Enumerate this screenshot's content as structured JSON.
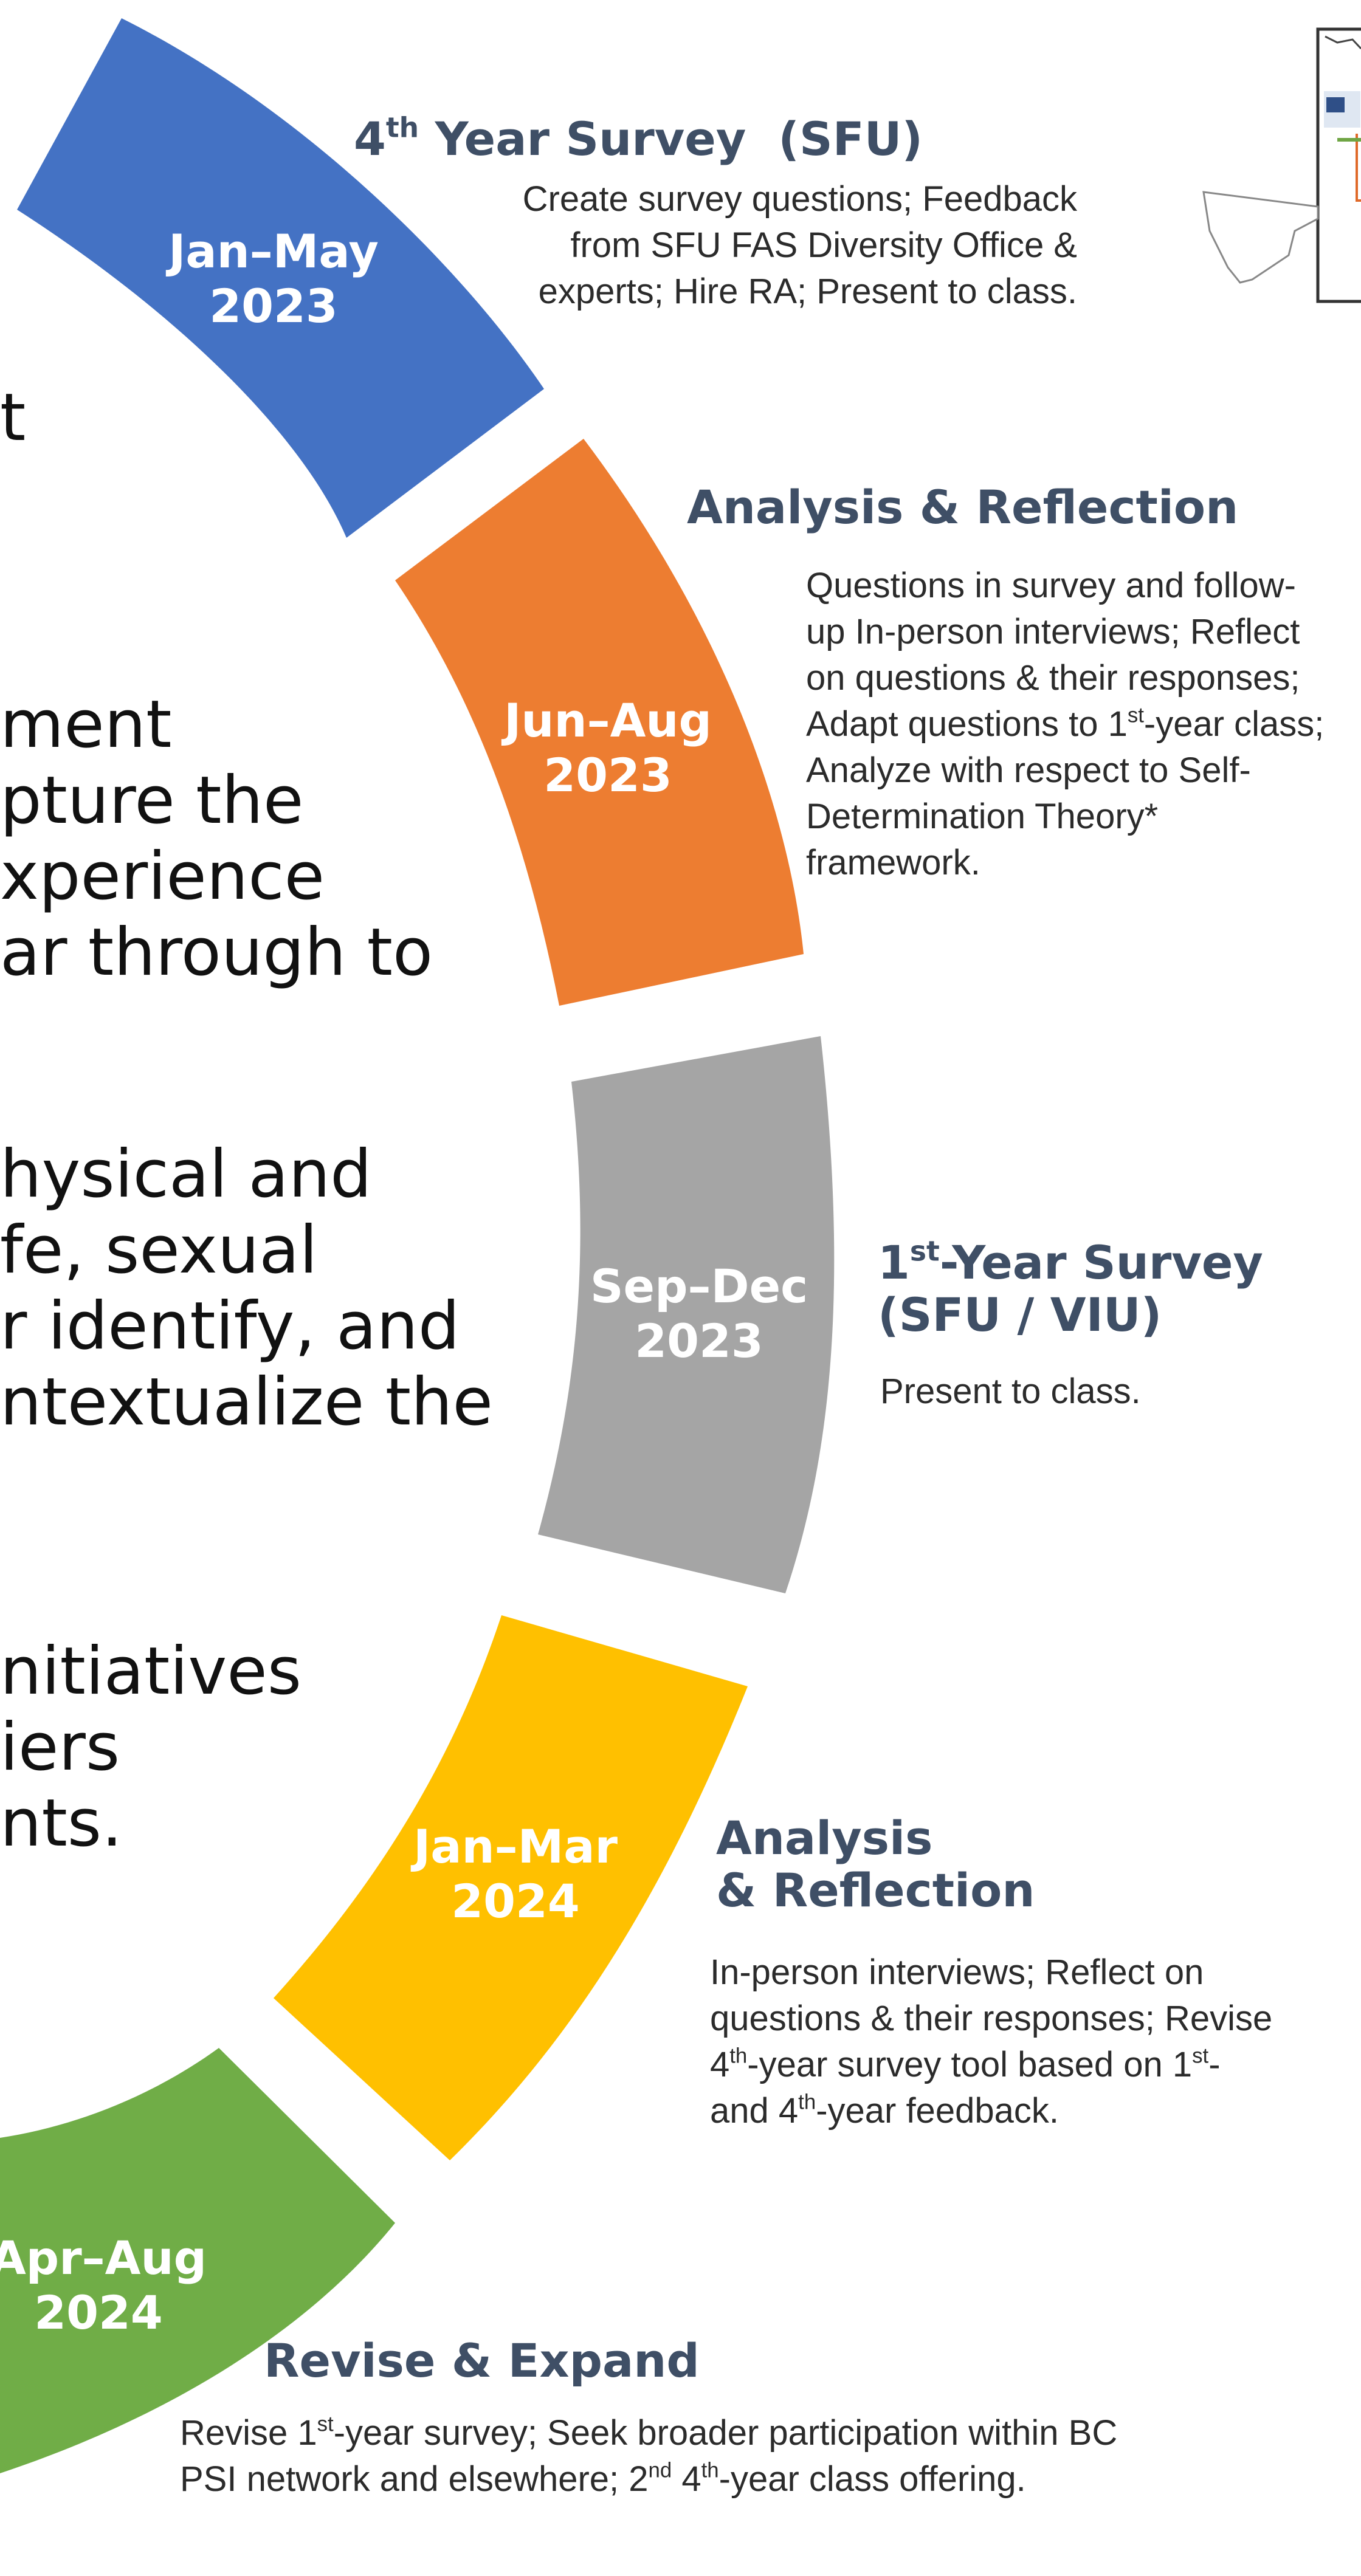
{
  "segments": [
    {
      "id": "s1",
      "period": "Jan–May",
      "year": "2023",
      "color": "#4472c4"
    },
    {
      "id": "s2",
      "period": "Jun–Aug",
      "year": "2023",
      "color": "#ed7d31"
    },
    {
      "id": "s3",
      "period": "Sep–Dec",
      "year": "2023",
      "color": "#a5a5a5"
    },
    {
      "id": "s4",
      "period": "Jan–Mar",
      "year": "2024",
      "color": "#ffc000"
    },
    {
      "id": "s5",
      "period": "Apr–Aug",
      "year": "2024",
      "color": "#70ad47"
    }
  ],
  "headings": {
    "h1": {
      "pre": "4",
      "sup": "th",
      "post": " Year Survey  (SFU)"
    },
    "h2": "Analysis & Reflection",
    "h3": {
      "pre": "1",
      "sup": "st",
      "post": "-Year Survey",
      "line2": "(SFU / VIU)"
    },
    "h4": {
      "line1": "Analysis",
      "line2": "& Reflection"
    },
    "h5": "Revise & Expand"
  },
  "descriptions": {
    "d1": [
      "Create survey questions; Feedback",
      "from SFU FAS Diversity Office &",
      "experts; Hire RA; Present to class."
    ],
    "d2": {
      "l1": "Questions in survey and follow-",
      "l2": "up In-person interviews; Reflect",
      "l3": "on questions & their responses;",
      "l4_pre": "Adapt questions to 1",
      "l4_sup": "st",
      "l4_post": "-year class;",
      "l5": "Analyze with respect to Self-",
      "l6": "Determination Theory*",
      "l7": "framework."
    },
    "d3": "Present to class.",
    "d4": {
      "l1": "In-person interviews; Reflect on",
      "l2": "questions & their responses; Revise",
      "l3_a": "4",
      "l3_sup1": "th",
      "l3_b": "-year survey tool based on 1",
      "l3_sup2": "st",
      "l3_c": "-",
      "l4_a": "and 4",
      "l4_sup": "th",
      "l4_b": "-year feedback."
    },
    "d5": {
      "l1_a": "Revise 1",
      "l1_sup": "st",
      "l1_b": "-year survey; Seek broader participation within BC",
      "l2_a": "PSI network and elsewhere; 2",
      "l2_sup1": "nd",
      "l2_b": " 4",
      "l2_sup2": "th",
      "l2_c": "-year class offering."
    }
  },
  "left_text": {
    "line_t": "t",
    "block1": [
      "ment",
      "pture the",
      "xperience",
      "ar through to"
    ],
    "block2": [
      "hysical and",
      "fe, sexual",
      "r identify, and",
      "ntextualize the"
    ],
    "block3": [
      "nitiatives",
      "iers",
      "nts."
    ]
  }
}
